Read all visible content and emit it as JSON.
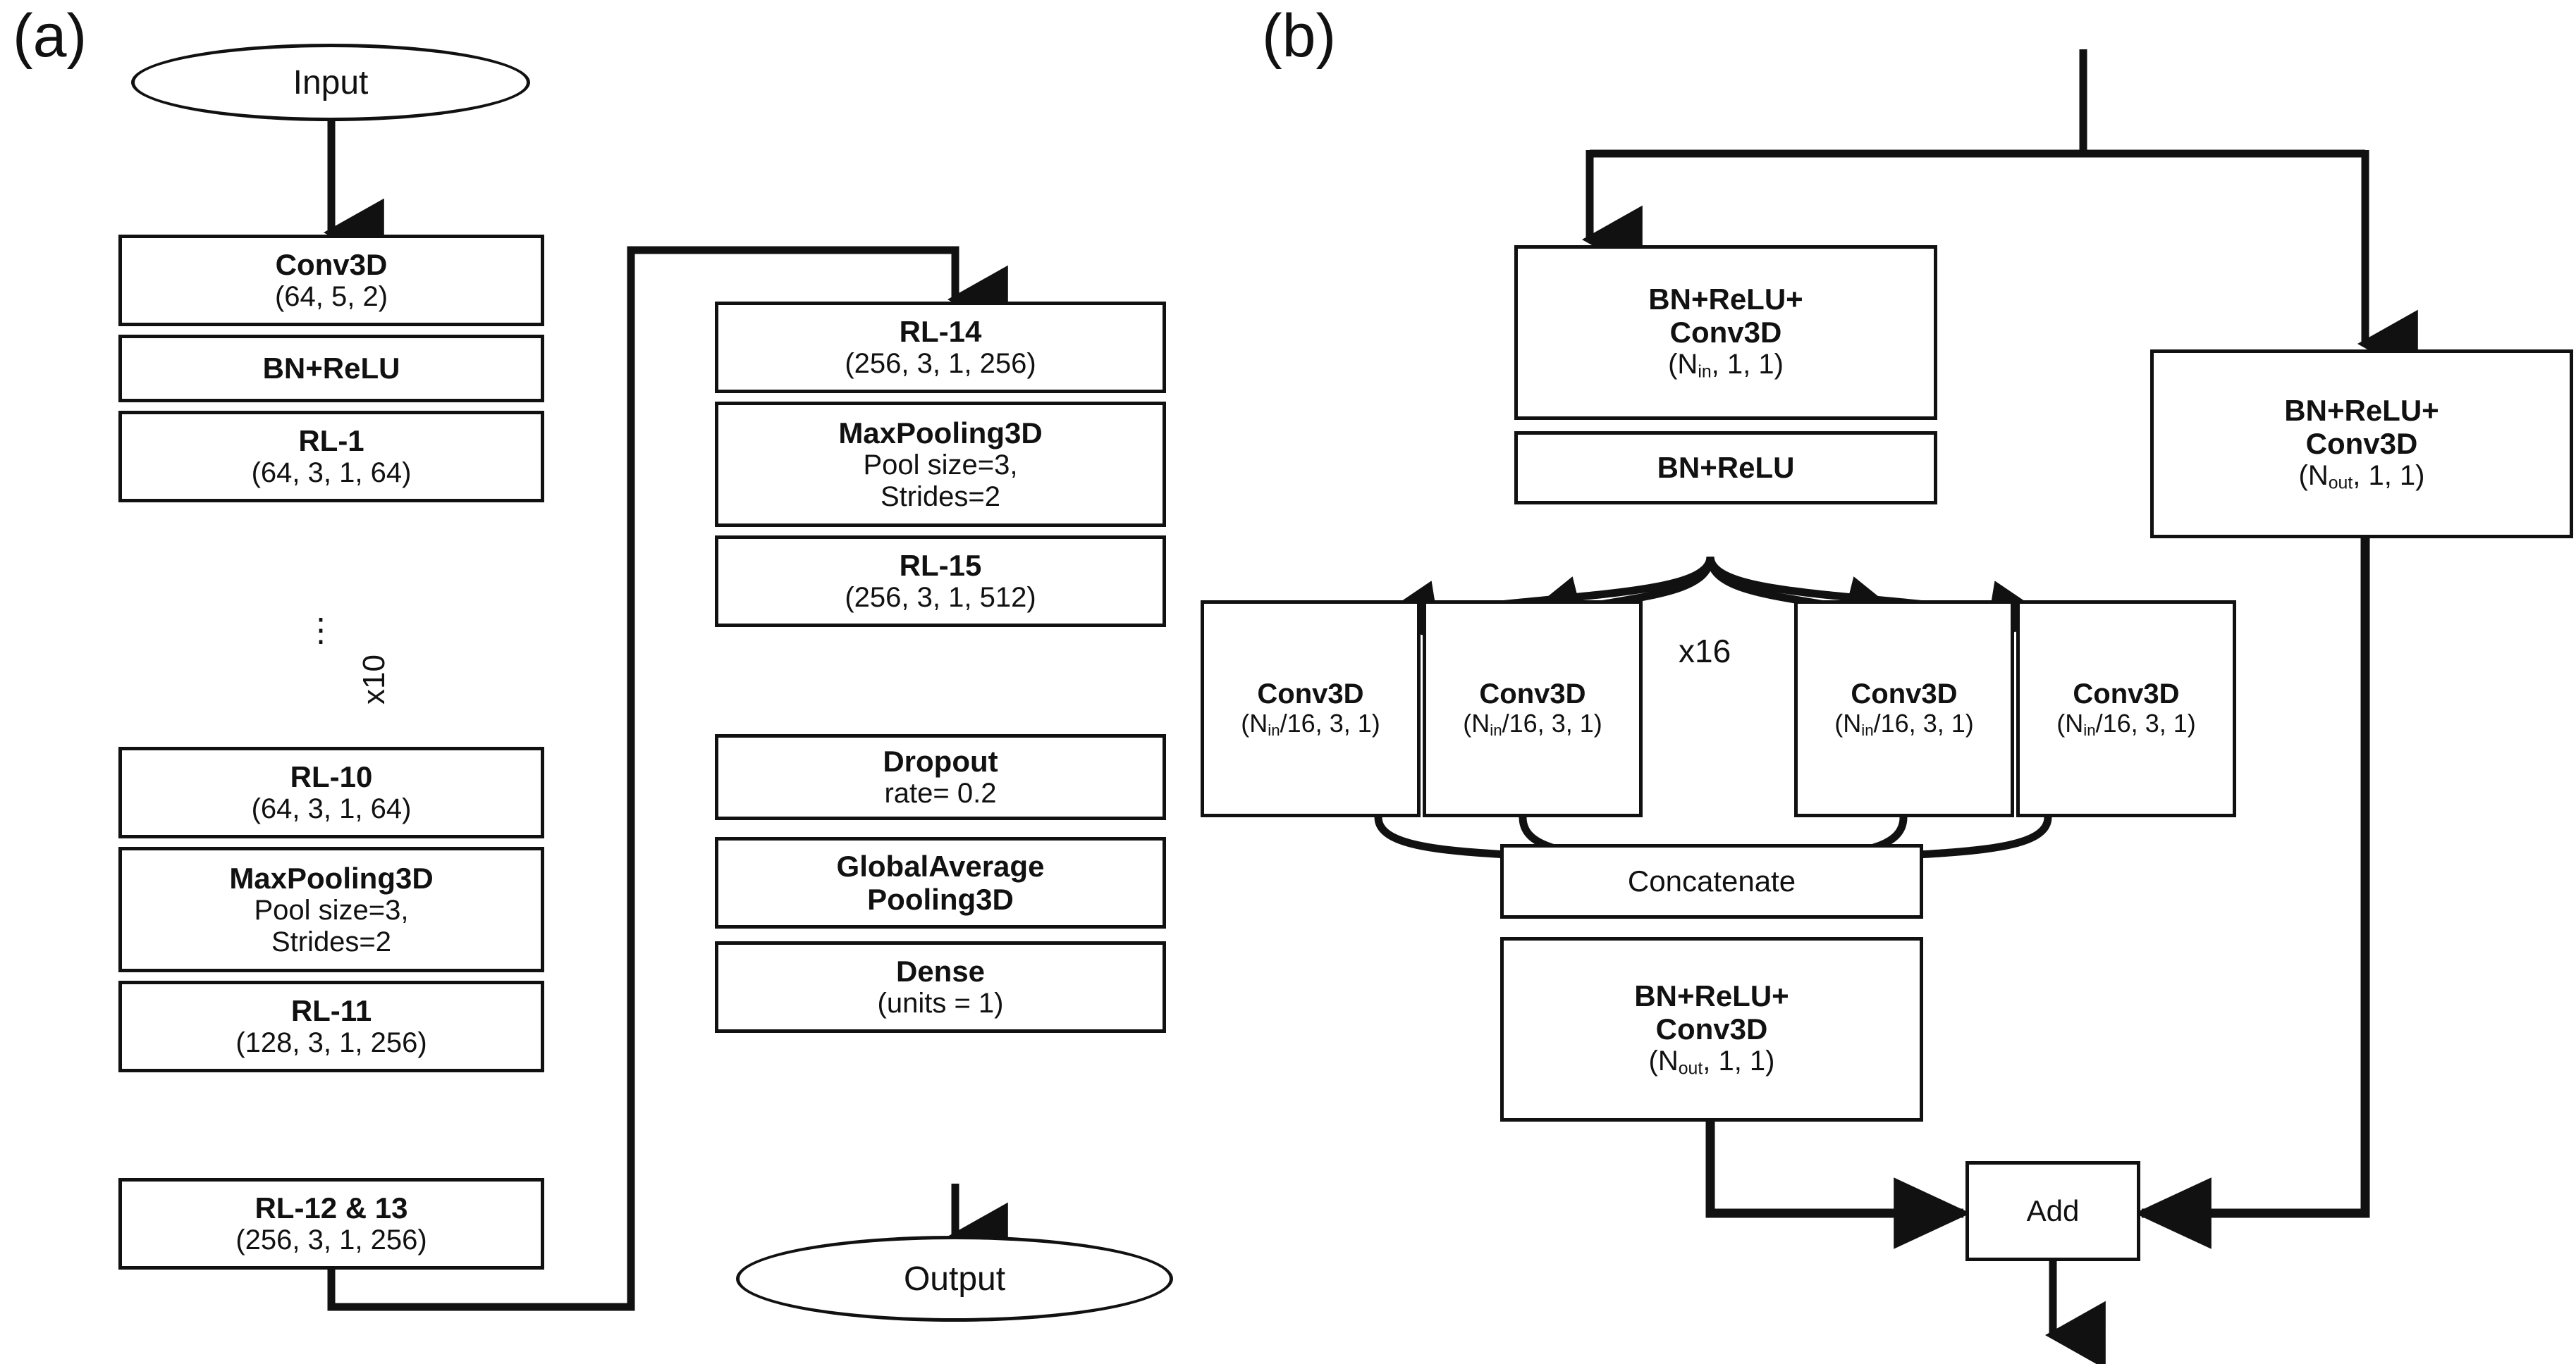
{
  "panels": {
    "a": {
      "letter": "(a)"
    },
    "b": {
      "letter": "(b)"
    }
  },
  "panel_a": {
    "input_node": "Input",
    "output_node": "Output",
    "repeat_label": "x10",
    "dots": "⋮",
    "column1": [
      {
        "title": "Conv3D",
        "sub": "(64, 5, 2)"
      },
      {
        "title": "BN+ReLU",
        "sub": ""
      },
      {
        "title": "RL-1",
        "sub": "(64, 3, 1, 64)"
      },
      {
        "title": "RL-10",
        "sub": "(64, 3, 1, 64)"
      },
      {
        "title": "MaxPooling3D",
        "sub": "Pool size=3,",
        "sub2": "Strides=2"
      },
      {
        "title": "RL-11",
        "sub": "(128, 3, 1, 256)"
      },
      {
        "title": "RL-12 & 13",
        "sub": "(256, 3, 1, 256)"
      }
    ],
    "column2": [
      {
        "title": "RL-14",
        "sub": "(256, 3, 1, 256)"
      },
      {
        "title": "MaxPooling3D",
        "sub": "Pool size=3,",
        "sub2": "Strides=2"
      },
      {
        "title": "RL-15",
        "sub": "(256, 3, 1, 512)"
      },
      {
        "title": "Dropout",
        "sub": "rate= 0.2"
      },
      {
        "title": "GlobalAverage",
        "sub_bold": "Pooling3D"
      },
      {
        "title": "Dense",
        "sub": "(units = 1)"
      }
    ]
  },
  "panel_b": {
    "top_block": {
      "line1": "BN+ReLU+",
      "line2": "Conv3D",
      "sub": "(N<sub>in</sub>, 1, 1)"
    },
    "bn_relu": {
      "title": "BN+ReLU"
    },
    "shortcut": {
      "line1": "BN+ReLU+",
      "line2": "Conv3D",
      "sub": "(N<sub>out</sub>, 1, 1)"
    },
    "branches": [
      {
        "title": "Conv3D",
        "sub": "(N<sub>in</sub>/16, 3, 1)"
      },
      {
        "title": "Conv3D",
        "sub": "(N<sub>in</sub>/16, 3, 1)"
      },
      {
        "title": "Conv3D",
        "sub": "(N<sub>in</sub>/16, 3, 1)"
      },
      {
        "title": "Conv3D",
        "sub": "(N<sub>in</sub>/16, 3, 1)"
      }
    ],
    "branch_repeat": "x16",
    "concatenate": {
      "title": "Concatenate"
    },
    "post_block": {
      "line1": "BN+ReLU+",
      "line2": "Conv3D",
      "sub": "(N<sub>out</sub>, 1, 1)"
    },
    "add_block": {
      "title": "Add"
    }
  },
  "colors": {
    "stroke": "#111111",
    "fill": "#ffffff"
  }
}
